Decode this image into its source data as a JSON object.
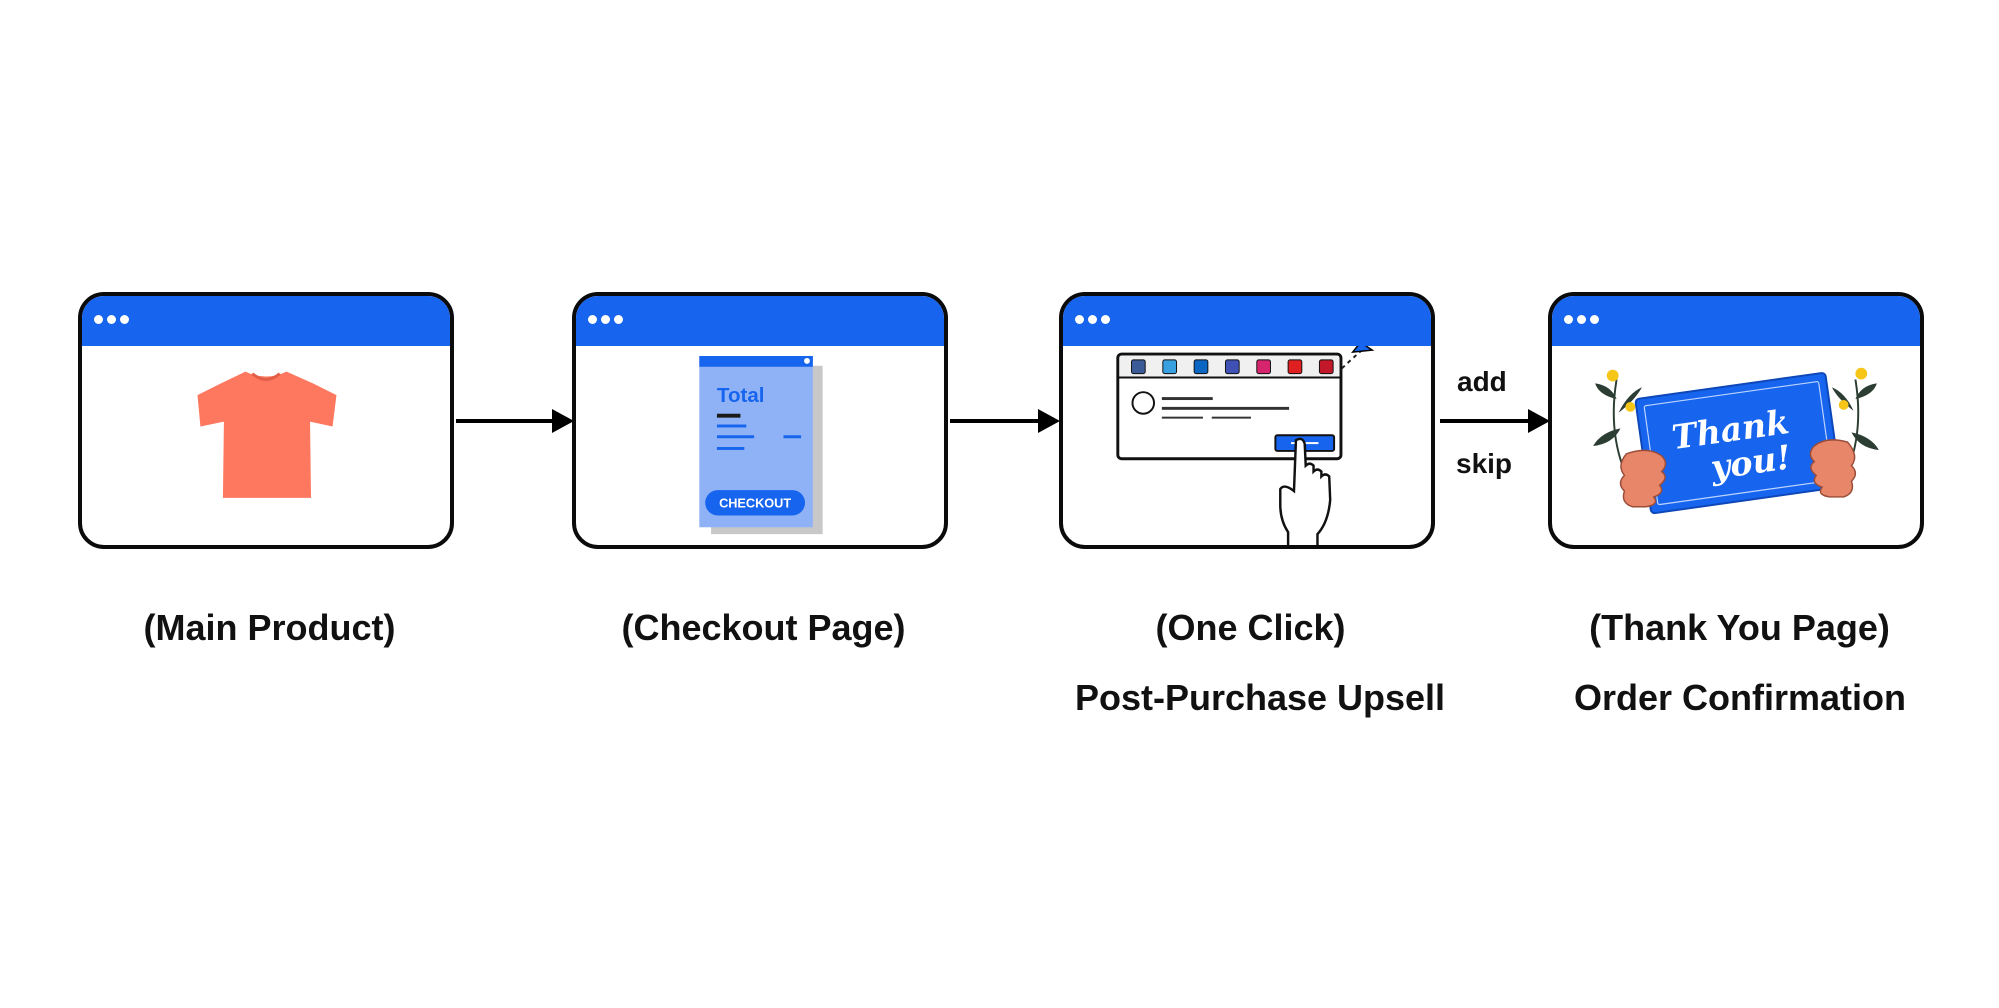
{
  "colors": {
    "window_bar": "#1765ee",
    "window_border": "#0b0b0b",
    "shirt": "#fe775f",
    "receipt": "#8fb2f7",
    "card": "#1765ee",
    "hand": "#e8866a"
  },
  "steps": [
    {
      "title": "(Main Product)",
      "subtitle": "",
      "icon": "t-shirt-icon"
    },
    {
      "title": "(Checkout Page)",
      "subtitle": "",
      "icon": "receipt-icon"
    },
    {
      "title": "(One Click)",
      "subtitle": "Post-Purchase Upsell",
      "icon": "upsell-popup-icon"
    },
    {
      "title": "(Thank You Page)",
      "subtitle": "Order Confirmation",
      "icon": "thank-you-card-icon"
    }
  ],
  "receipt": {
    "heading": "Total",
    "button": "CHECKOUT"
  },
  "card": {
    "line1": "Thank",
    "line2": "you!"
  },
  "branch": {
    "upper": "add",
    "lower": "skip"
  }
}
